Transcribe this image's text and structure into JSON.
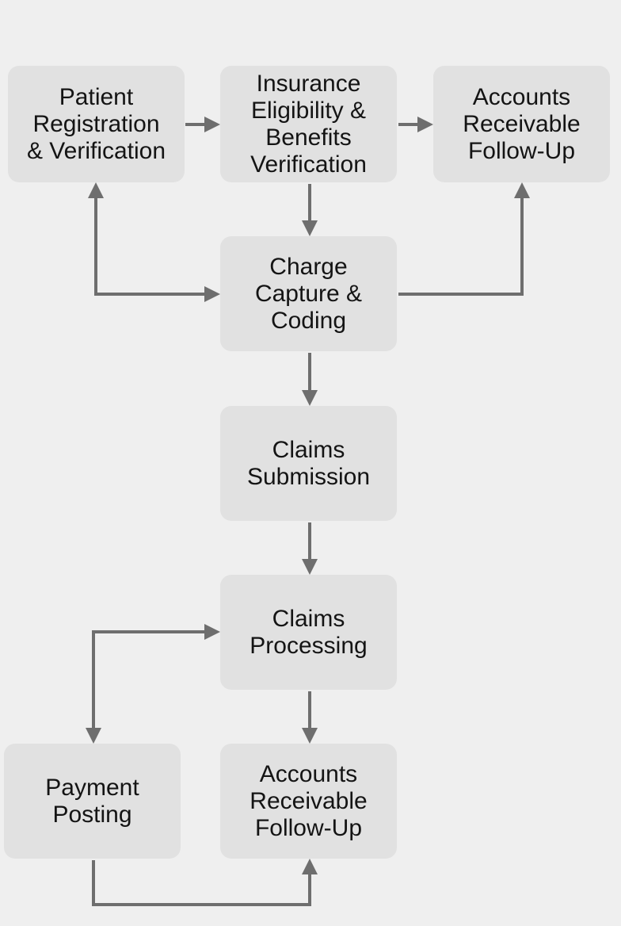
{
  "diagram": {
    "nodes": {
      "patient_registration": "Patient\nRegistration\n& Verification",
      "insurance_eligibility": "Insurance\nEligibility &\nBenefits\nVerification",
      "ar_followup_top": "Accounts\nReceivable\nFollow-Up",
      "charge_capture": "Charge\nCapture &\nCoding",
      "claims_submission": "Claims\nSubmission",
      "claims_processing": "Claims\nProcessing",
      "payment_posting": "Payment\nPosting",
      "ar_followup_bottom": "Accounts\nReceivable\nFollow-Up"
    },
    "edges": [
      {
        "from": "patient_registration",
        "to": "insurance_eligibility"
      },
      {
        "from": "insurance_eligibility",
        "to": "ar_followup_top"
      },
      {
        "from": "insurance_eligibility",
        "to": "charge_capture"
      },
      {
        "from": "charge_capture",
        "to": "patient_registration"
      },
      {
        "from": "patient_registration",
        "to": "charge_capture"
      },
      {
        "from": "charge_capture",
        "to": "ar_followup_top"
      },
      {
        "from": "charge_capture",
        "to": "claims_submission"
      },
      {
        "from": "claims_submission",
        "to": "claims_processing"
      },
      {
        "from": "claims_processing",
        "to": "payment_posting"
      },
      {
        "from": "payment_posting",
        "to": "claims_processing"
      },
      {
        "from": "claims_processing",
        "to": "ar_followup_bottom"
      },
      {
        "from": "payment_posting",
        "to": "ar_followup_bottom"
      }
    ],
    "colors": {
      "background": "#efefef",
      "node_fill": "#e1e1e1",
      "connector": "#6e6e6e",
      "text": "#141414"
    }
  }
}
